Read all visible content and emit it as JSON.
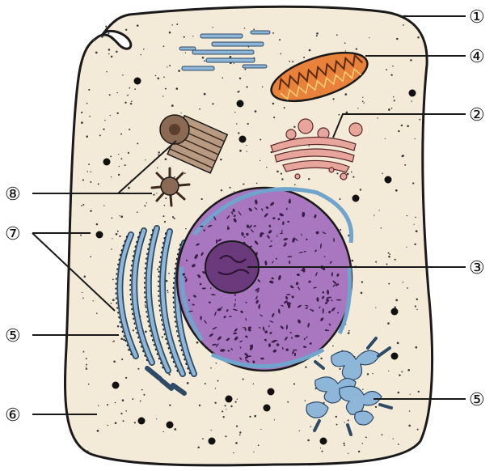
{
  "labels": {
    "l1": "①",
    "l2": "②",
    "l3": "③",
    "l4": "④",
    "l5a": "⑤",
    "l5b": "⑤",
    "l6": "⑥",
    "l7": "⑦",
    "l8": "⑧"
  },
  "colors": {
    "background": "#ffffff",
    "cytoplasm": "#f4ead8",
    "outline": "#1a1a1a",
    "nucleus": "#a877bf",
    "nucleolus": "#6a3a7d",
    "nuclear_envelope": "#6fa4cc",
    "mitochondrion": "#e8823a",
    "golgi": "#e8a59c",
    "er": "#6fa4cc",
    "centriole": "#9b7a62",
    "ribosome": "#111111"
  },
  "icons": {
    "cell": "animal-cell-diagram"
  }
}
